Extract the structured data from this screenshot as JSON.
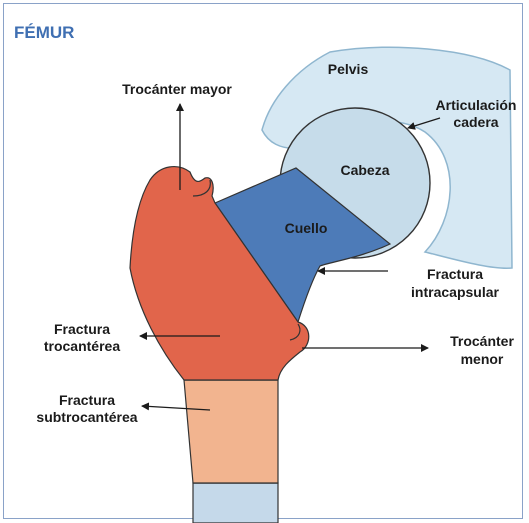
{
  "title": "FÉMUR",
  "colors": {
    "title": "#3f6fb2",
    "frame": "#8aa2c8",
    "pelvis": "#d6e8f3",
    "pelvis_stroke": "#8fb6cf",
    "head": "#c6dcea",
    "neck": "#4d7bb8",
    "trochanter_region": "#e1654b",
    "subtrochanteric_region": "#f2b48f",
    "shaft": "#c5d9ea"
  },
  "labels": {
    "pelvis": "Pelvis",
    "hip_joint_1": "Articulación",
    "hip_joint_2": "cadera",
    "greater_trochanter": "Trocánter mayor",
    "head": "Cabeza",
    "neck": "Cuello",
    "intracapsular_1": "Fractura",
    "intracapsular_2": "intracapsular",
    "trochanteric_1": "Fractura",
    "trochanteric_2": "trocantérea",
    "lesser_trochanter_1": "Trocánter",
    "lesser_trochanter_2": "menor",
    "subtrochanteric_1": "Fractura",
    "subtrochanteric_2": "subtrocantérea"
  }
}
